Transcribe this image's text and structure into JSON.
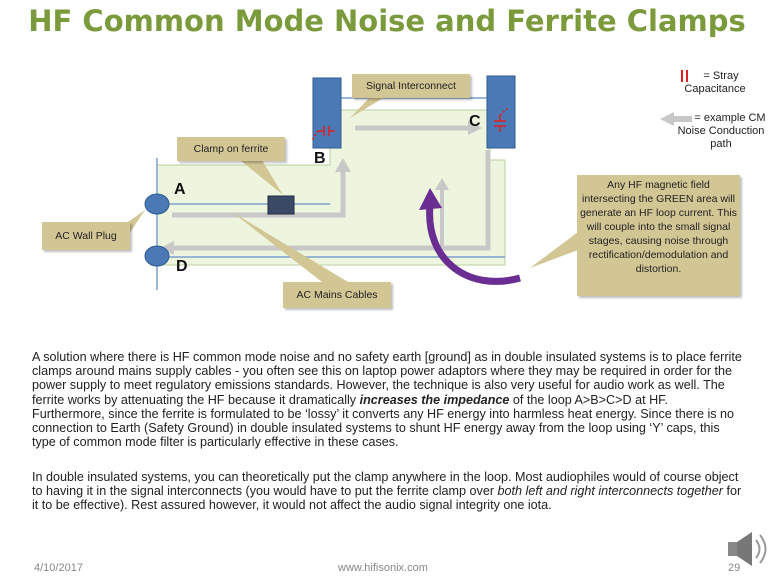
{
  "slide": {
    "title": "HF Common Mode Noise and Ferrite Clamps",
    "date": "4/10/2017",
    "site": "www.hifisonix.com",
    "page_number": "29"
  },
  "diagram": {
    "callouts": {
      "signal_interconnect": "Signal Interconnect",
      "clamp_on_ferrite": "Clamp on ferrite",
      "ac_wall_plug": "AC Wall Plug",
      "ac_mains_cables": "AC Mains Cables",
      "green_area_note": "Any HF magnetic field intersecting the GREEN area will generate an HF loop current. This will couple into the small signal stages, causing noise through rectification/demodulation and distortion."
    },
    "nodes": {
      "a": "A",
      "b": "B",
      "c": "C",
      "d": "D"
    },
    "legend": {
      "stray_capacitance": "= Stray Capacitance",
      "cm_path": "= example CM Noise Conduction path"
    },
    "colors": {
      "title_green": "#7a9a3c",
      "loop_fill": "#eef5de",
      "equipment_blue": "#4a79b5",
      "callout_tan": "#d3c695",
      "path_arrow_gray": "#c8c8c8",
      "capacitance_red": "#e02020",
      "purple_arrow": "#6a2d91"
    }
  },
  "text": {
    "p1_a": "A solution where there is HF common mode noise and no safety earth [ground] as in double insulated systems is to place ferrite clamps around mains supply cables - you often see this on laptop power adaptors where they may be required in order for the power supply to meet regulatory emissions standards. However, the technique is also very useful for audio work as well. The ferrite works by attenuating the HF because it dramatically ",
    "p1_emph": "increases the impedance",
    "p1_b": " of the loop A>B>C>D at HF. Furthermore, since the ferrite is formulated to be ‘lossy’ it converts any HF energy into harmless heat energy. Since there is no connection to Earth (Safety Ground) in double insulated systems to shunt HF energy away from the loop using ‘Y’ caps, this type of common mode filter is particularly effective in these cases.",
    "p2_a": "In double insulated systems, you can theoretically put the clamp anywhere in the loop. Most audiophiles would of course object to having it in the signal interconnects (you would have to put the ferrite clamp over ",
    "p2_emph": "both left and right interconnects together",
    "p2_b": " for it to be effective). Rest assured however, it would not affect the audio signal integrity one iota."
  }
}
